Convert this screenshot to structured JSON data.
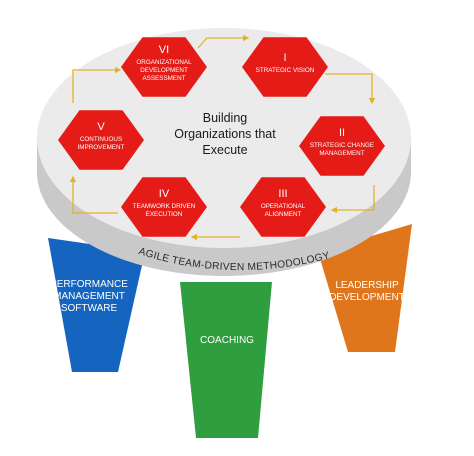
{
  "center_title": [
    "Building",
    "Organizations that",
    "Execute"
  ],
  "rim_label": "AGILE TEAM-DRIVEN METHODOLOGY",
  "steps": [
    {
      "numeral": "I",
      "label": [
        "STRATEGIC VISION"
      ]
    },
    {
      "numeral": "II",
      "label": [
        "STRATEGIC CHANGE",
        "MANAGEMENT"
      ]
    },
    {
      "numeral": "III",
      "label": [
        "OPERATIONAL",
        "ALIGNMENT"
      ]
    },
    {
      "numeral": "IV",
      "label": [
        "TEAMWORK DRIVEN",
        "EXECUTION"
      ]
    },
    {
      "numeral": "V",
      "label": [
        "CONTINUOUS",
        "IMPROVEMENT"
      ]
    },
    {
      "numeral": "VI",
      "label": [
        "ORGANIZATIONAL",
        "DEVELOPMENT",
        "ASSESSMENT"
      ]
    }
  ],
  "legs": [
    {
      "label": [
        "PERFORMANCE",
        "MANAGEMENT",
        "SOFTWARE"
      ],
      "color": "#1565c0"
    },
    {
      "label": [
        "COACHING"
      ],
      "color": "#2e9e3e"
    },
    {
      "label": [
        "LEADERSHIP",
        "DEVELOPMENT"
      ],
      "color": "#e0761b"
    }
  ],
  "colors": {
    "hexagon": "#e41b17",
    "arrow": "#e0b429",
    "seat": "#ebebeb",
    "rim": "#c9c9c9"
  }
}
